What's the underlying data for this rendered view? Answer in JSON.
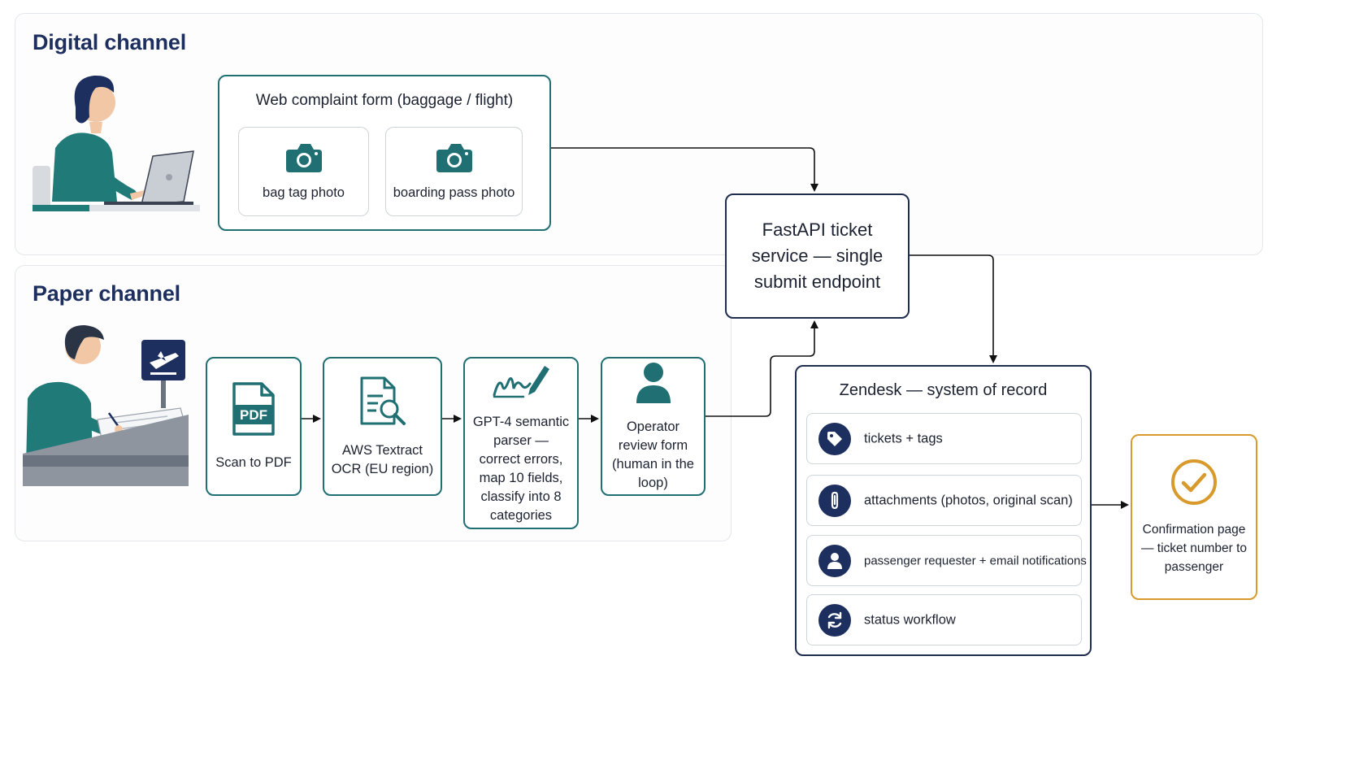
{
  "lanes": {
    "digital_title": "Digital channel",
    "paper_title": "Paper channel"
  },
  "web_form": {
    "title": "Web complaint form (baggage / flight)",
    "items": [
      "bag tag photo",
      "boarding pass photo"
    ]
  },
  "paper_steps": [
    {
      "icon": "pdf-file-icon",
      "label": "Scan to PDF"
    },
    {
      "icon": "document-search-icon",
      "label": "AWS Textract OCR (EU region)"
    },
    {
      "icon": "signature-pen-icon",
      "label": "GPT-4 semantic parser — correct errors, map 10 fields, classify into 8 categories"
    },
    {
      "icon": "person-icon",
      "label": "Operator review form (human in the loop)"
    }
  ],
  "api": {
    "label": "FastAPI ticket service — single submit endpoint"
  },
  "zendesk": {
    "title": "Zendesk — system of record",
    "rows": [
      {
        "icon": "tag-icon",
        "label": "tickets + tags"
      },
      {
        "icon": "paperclip-icon",
        "label": "attachments (photos, original scan)"
      },
      {
        "icon": "user-icon",
        "label": "passenger requester + email notifications"
      },
      {
        "icon": "refresh-icon",
        "label": "status workflow"
      }
    ]
  },
  "confirmation": {
    "label": "Confirmation page — ticket number to passenger"
  },
  "pdf_badge": "PDF",
  "colors": {
    "teal": "#1f6f73",
    "navy": "#1d2f5e",
    "gold": "#d79a2b"
  }
}
